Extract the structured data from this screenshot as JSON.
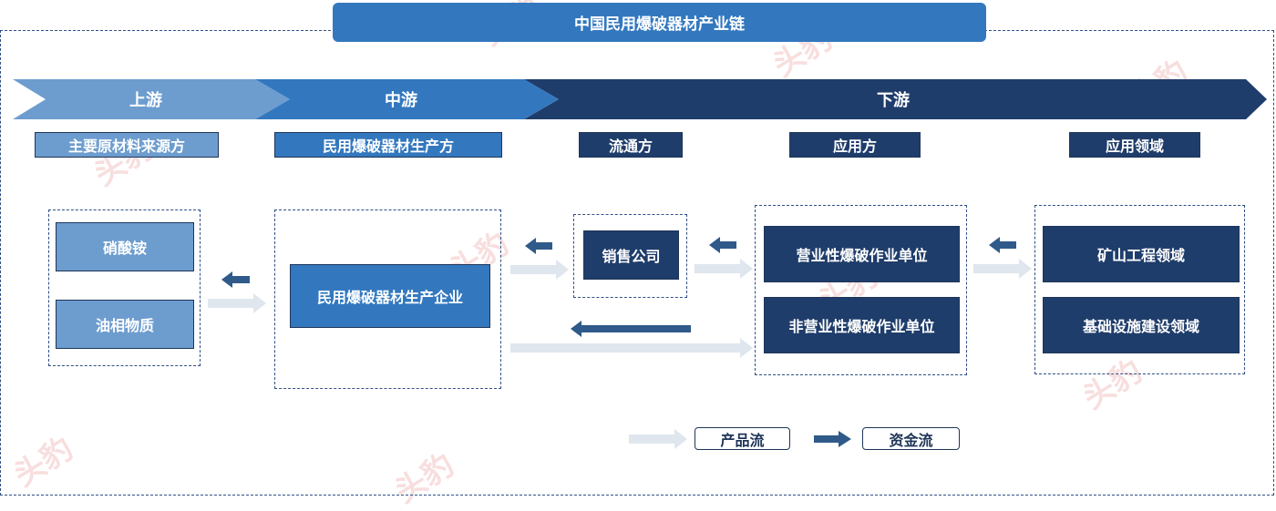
{
  "title": "中国民用爆破器材产业链",
  "stages": {
    "upstream": "上游",
    "midstream": "中游",
    "downstream": "下游"
  },
  "roles": {
    "raw_source": "主要原材料来源方",
    "producer": "民用爆破器材生产方",
    "distributor": "流通方",
    "user": "应用方",
    "field": "应用领域"
  },
  "nodes": {
    "ammonium_nitrate": "硝酸铵",
    "oil_phase": "油相物质",
    "producer_enterprise": "民用爆破器材生产企业",
    "sales_company": "销售公司",
    "commercial_blasting": "营业性爆破作业单位",
    "noncommercial_blasting": "非营业性爆破作业单位",
    "mining": "矿山工程领域",
    "infrastructure": "基础设施建设领域"
  },
  "legend": {
    "product_flow": "产品流",
    "capital_flow": "资金流"
  },
  "watermark": "头豹",
  "colors": {
    "upstream": "#6d9dcf",
    "midstream": "#3378bf",
    "downstream": "#1f3d6b",
    "product_arrow": "#dfe6ee",
    "capital_arrow": "#2f5a8a"
  }
}
